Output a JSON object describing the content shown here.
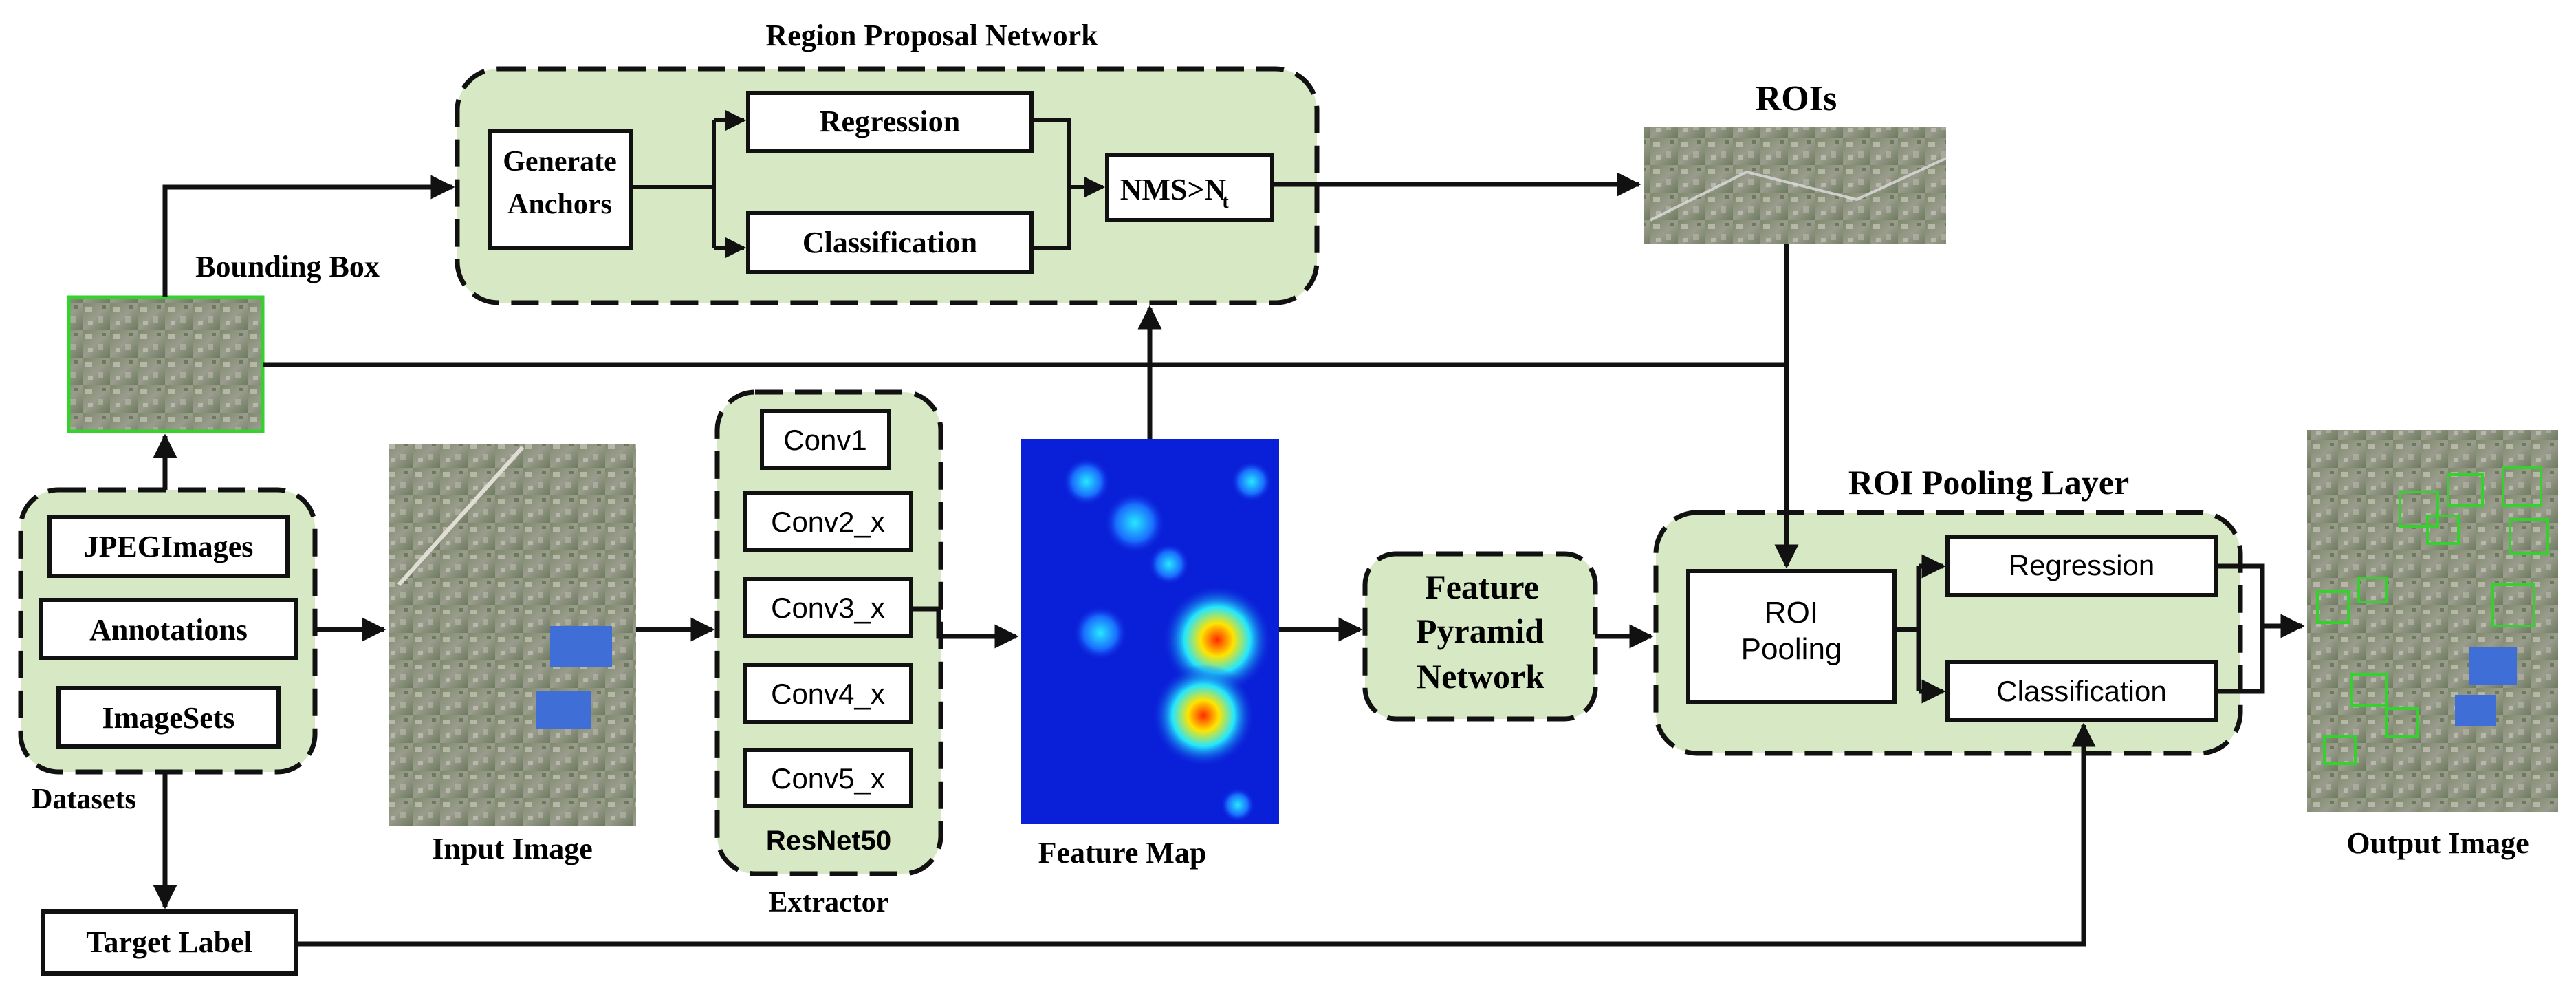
{
  "rpn": {
    "title": "Region Proposal Network",
    "generate_anchors_line1": "Generate",
    "generate_anchors_line2": "Anchors",
    "regression": "Regression",
    "classification": "Classification",
    "nms_main": "NMS>N",
    "nms_sub": "t"
  },
  "rois_label": "ROIs",
  "bounding_box_label": "Bounding Box",
  "datasets": {
    "items": [
      "JPEGImages",
      "Annotations",
      "ImageSets"
    ],
    "label": "Datasets"
  },
  "target_label": "Target Label",
  "input_image_label": "Input Image",
  "extractor": {
    "layers": [
      "Conv1",
      "Conv2_x",
      "Conv3_x",
      "Conv4_x",
      "Conv5_x"
    ],
    "backbone": "ResNet50",
    "label": "Extractor"
  },
  "feature_map_label": "Feature Map",
  "fpn": {
    "line1": "Feature",
    "line2": "Pyramid",
    "line3": "Network"
  },
  "roi_pooling": {
    "title": "ROI Pooling Layer",
    "pool_line1": "ROI",
    "pool_line2": "Pooling",
    "regression": "Regression",
    "classification": "Classification"
  },
  "output_image_label": "Output Image",
  "colors": {
    "group_fill": "#d6e8c4",
    "stroke": "#111111",
    "aerial_green": "#6e7d5c",
    "detection_box": "#35d12e",
    "heatmap_bg": "#0a1fd8"
  },
  "icons": [
    "aerial-thumbnail",
    "aerial-rois",
    "aerial-input",
    "heatmap",
    "aerial-output"
  ]
}
